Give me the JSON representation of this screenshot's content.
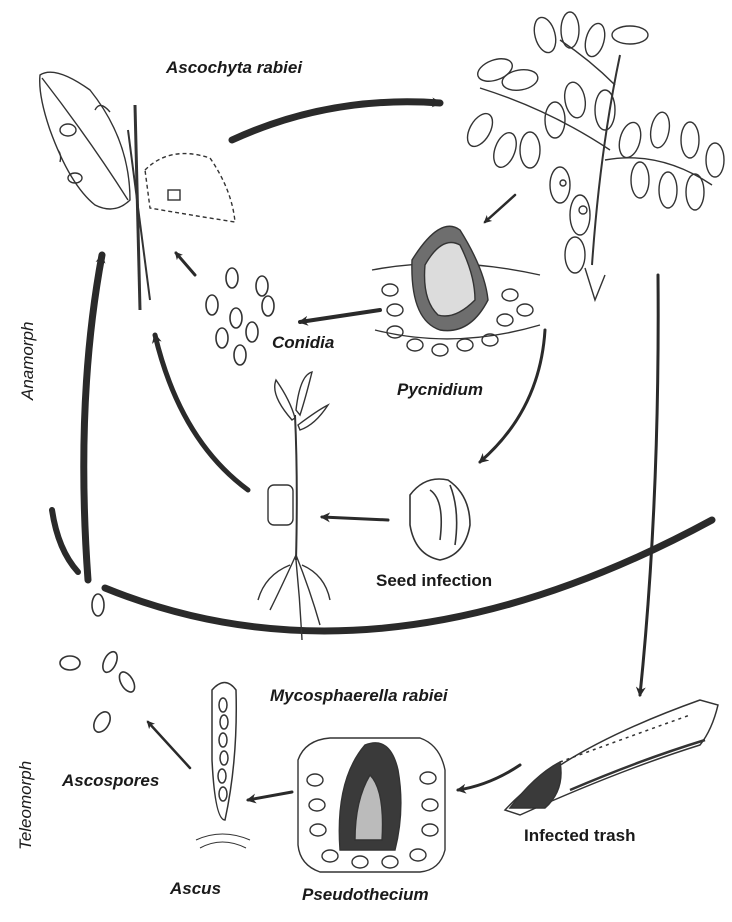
{
  "diagram": {
    "labels": {
      "ascochyta": "Ascochyta rabiei",
      "mycosphaerella": "Mycosphaerella rabiei",
      "conidia": "Conidia",
      "pycnidium": "Pycnidium",
      "seed_infection": "Seed infection",
      "infected_trash": "Infected trash",
      "ascospores": "Ascospores",
      "ascus": "Ascus",
      "pseudothecium": "Pseudothecium",
      "anamorph": "Anamorph",
      "teleomorph": "Teleomorph"
    }
  }
}
